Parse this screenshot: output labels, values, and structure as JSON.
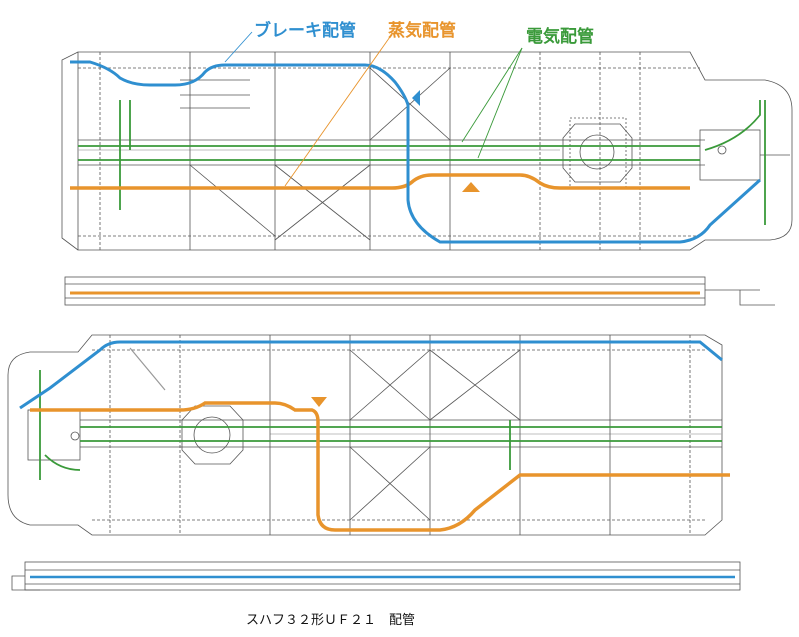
{
  "labels": {
    "brake": "ブレーキ配管",
    "steam": "蒸気配管",
    "electric": "電気配管"
  },
  "caption": "スハフ３２形ＵＦ２１　配管",
  "colors": {
    "brake": "#2f8fd0",
    "steam": "#e8942c",
    "electric": "#3a9a3a",
    "frame": "#555555",
    "dash": "#777777"
  }
}
